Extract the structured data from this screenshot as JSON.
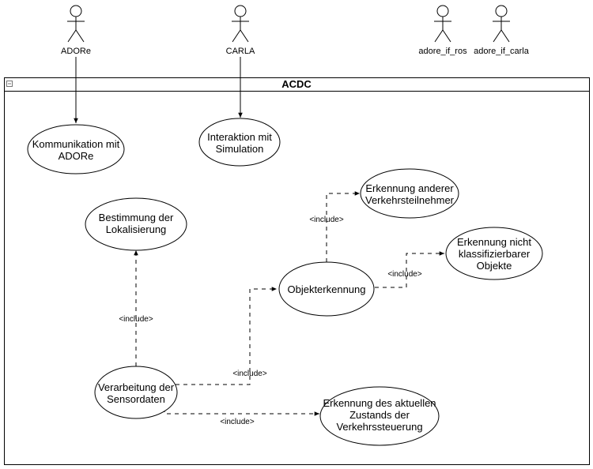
{
  "system": {
    "title": "ACDC"
  },
  "actors": [
    {
      "id": "adore",
      "label": "ADORe"
    },
    {
      "id": "carla",
      "label": "CARLA"
    },
    {
      "id": "adore_if_ros",
      "label": "adore_if_ros"
    },
    {
      "id": "adore_if_carla",
      "label": "adore_if_carla"
    }
  ],
  "use_cases": [
    {
      "id": "kommunikation",
      "lines": [
        "Kommunikation mit",
        "ADORe"
      ]
    },
    {
      "id": "interaktion",
      "lines": [
        "Interaktion mit",
        "Simulation"
      ]
    },
    {
      "id": "lokalisierung",
      "lines": [
        "Bestimmung der",
        "Lokalisierung"
      ]
    },
    {
      "id": "objekterkennung",
      "lines": [
        "Objekterkennung"
      ]
    },
    {
      "id": "verkehrsteilnehmer",
      "lines": [
        "Erkennung anderer",
        "Verkehrsteilnehmer"
      ]
    },
    {
      "id": "nichtklassifizierbar",
      "lines": [
        "Erkennung nicht",
        "klassifizierbarer",
        "Objekte"
      ]
    },
    {
      "id": "sensordaten",
      "lines": [
        "Verarbeitung der",
        "Sensordaten"
      ]
    },
    {
      "id": "verkehrssteuerung",
      "lines": [
        "Erkennung des aktuellen",
        "Zustands der",
        "Verkehrssteuerung"
      ]
    }
  ],
  "relations": [
    {
      "from": "adore",
      "to": "kommunikation",
      "type": "association"
    },
    {
      "from": "carla",
      "to": "interaktion",
      "type": "association"
    },
    {
      "from": "sensordaten",
      "to": "lokalisierung",
      "type": "include",
      "label": "<include>"
    },
    {
      "from": "sensordaten",
      "to": "objekterkennung",
      "type": "include",
      "label": "<include>"
    },
    {
      "from": "sensordaten",
      "to": "verkehrssteuerung",
      "type": "include",
      "label": "<include>"
    },
    {
      "from": "objekterkennung",
      "to": "verkehrsteilnehmer",
      "type": "include",
      "label": "<include>"
    },
    {
      "from": "objekterkennung",
      "to": "nichtklassifizierbar",
      "type": "include",
      "label": "<include>"
    }
  ]
}
